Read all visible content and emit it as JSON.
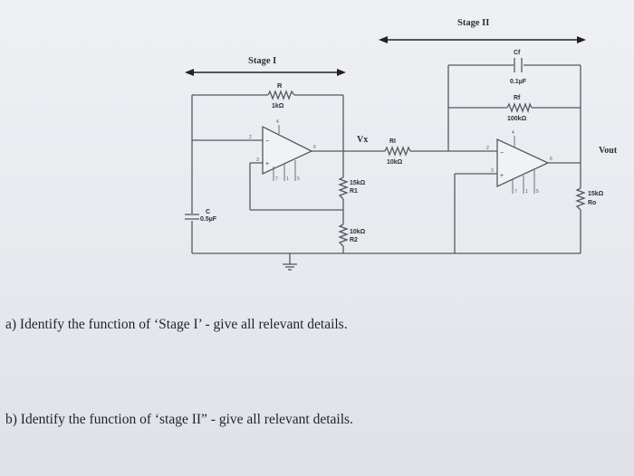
{
  "stages": {
    "stage1": "Stage I",
    "stage2": "Stage II"
  },
  "components": {
    "R": {
      "name": "R",
      "value": "1kΩ"
    },
    "RI": {
      "name": "RI",
      "value": "10kΩ"
    },
    "R1": {
      "name": "R1",
      "value": "15kΩ"
    },
    "R2": {
      "name": "R2",
      "value": "10kΩ"
    },
    "C": {
      "name": "C",
      "value": "0.5µF"
    },
    "Cf": {
      "name": "Cf",
      "value": "0.1µF"
    },
    "Rf": {
      "name": "Rf",
      "value": "100kΩ"
    },
    "Ro": {
      "name": "Ro",
      "value": "15kΩ"
    }
  },
  "nodes": {
    "vx": "Vx",
    "vout": "Vout"
  },
  "opamp1_pins": {
    "inv": "2",
    "noninv": "3",
    "out": "6",
    "top": "4",
    "b1": "7",
    "b2": "1",
    "b3": "5"
  },
  "opamp2_pins": {
    "inv": "2",
    "noninv": "3",
    "out": "6",
    "top": "4",
    "b1": "7",
    "b2": "1",
    "b3": "5"
  },
  "questions": {
    "a": "a)  Identify the function of ‘Stage I’ - give all relevant details.",
    "b": "b)  Identify the function of ‘stage II” - give all relevant details."
  }
}
